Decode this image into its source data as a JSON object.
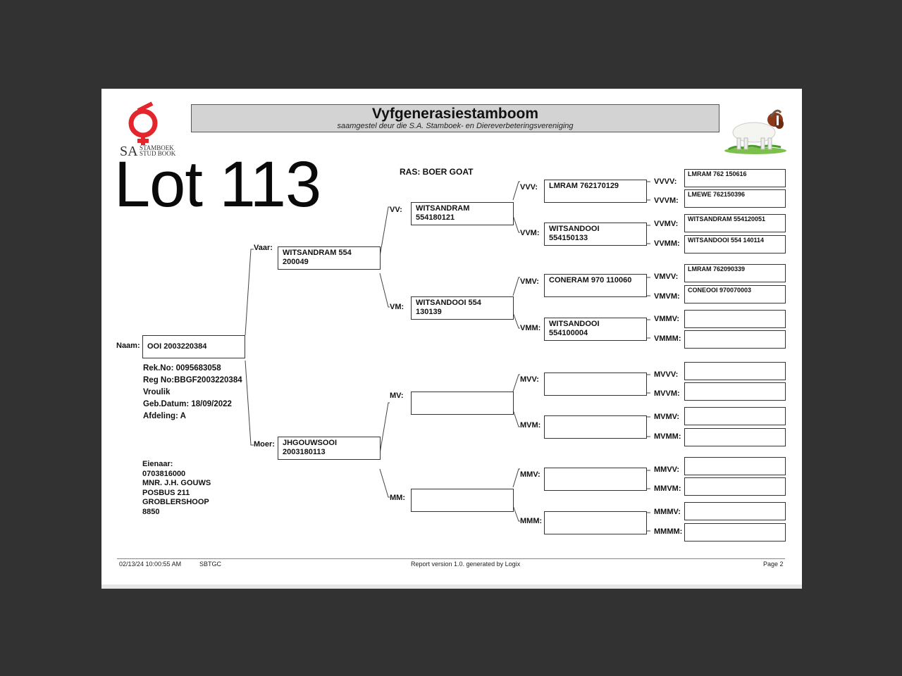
{
  "header": {
    "logo_sa": "SA",
    "logo_line1": "STAMBOEK",
    "logo_line2": "STUD BOOK",
    "title": "Vyfgenerasiestamboom",
    "subtitle": "saamgestel deur die S.A. Stamboek- en Diereverbeteringsvereniging"
  },
  "lot": "Lot 113",
  "breed": "RAS: BOER GOAT",
  "animal": {
    "name_label": "Naam:",
    "name": "OOI 2003220384",
    "rek_no": "Rek.No: 0095683058",
    "reg_no": "Reg No:BBGF2003220384",
    "sex": "Vroulik",
    "birth_date": "Geb.Datum: 18/09/2022",
    "division": "Afdeling: A"
  },
  "owner": {
    "label": "Eienaar:",
    "phone": "0703816000",
    "name": "MNR. J.H. GOUWS",
    "address1": "POSBUS 211",
    "address2": "GROBLERSHOOP",
    "postcode": "8850"
  },
  "gen1": {
    "sire": {
      "label": "Vaar:",
      "line1": "WITSANDRAM 554",
      "line2": "200049"
    },
    "dam": {
      "label": "Moer:",
      "line1": "JHGOUWSOOI",
      "line2": "2003180113"
    }
  },
  "gen2": {
    "vv": {
      "label": "VV:",
      "line1": "WITSANDRAM",
      "line2": "554180121"
    },
    "vm": {
      "label": "VM:",
      "line1": "WITSANDOOI 554",
      "line2": "130139"
    },
    "mv": {
      "label": "MV:"
    },
    "mm": {
      "label": "MM:"
    }
  },
  "gen3": {
    "vvv": {
      "label": "VVV:",
      "line1": "LMRAM 762170129"
    },
    "vvm": {
      "label": "VVM:",
      "line1": "WITSANDOOI",
      "line2": "554150133"
    },
    "vmv": {
      "label": "VMV:",
      "line1": "CONERAM 970 110060"
    },
    "vmm": {
      "label": "VMM:",
      "line1": "WITSANDOOI",
      "line2": "554100004"
    },
    "mvv": {
      "label": "MVV:"
    },
    "mvm": {
      "label": "MVM:"
    },
    "mmv": {
      "label": "MMV:"
    },
    "mmm": {
      "label": "MMM:"
    }
  },
  "gen4": [
    {
      "label": "VVVV:",
      "value": "LMRAM 762 150616"
    },
    {
      "label": "VVVM:",
      "value": "LMEWE 762150396"
    },
    {
      "label": "VVMV:",
      "value": "WITSANDRAM 554120051"
    },
    {
      "label": "VVMM:",
      "value": "WITSANDOOI 554 140114"
    },
    {
      "label": "VMVV:",
      "value": "LMRAM 762090339"
    },
    {
      "label": "VMVM:",
      "value": "CONEOOI 970070003"
    },
    {
      "label": "VMMV:",
      "value": ""
    },
    {
      "label": "VMMM:",
      "value": ""
    },
    {
      "label": "MVVV:",
      "value": ""
    },
    {
      "label": "MVVM:",
      "value": ""
    },
    {
      "label": "MVMV:",
      "value": ""
    },
    {
      "label": "MVMM:",
      "value": ""
    },
    {
      "label": "MMVV:",
      "value": ""
    },
    {
      "label": "MMVM:",
      "value": ""
    },
    {
      "label": "MMMV:",
      "value": ""
    },
    {
      "label": "MMMM:",
      "value": ""
    }
  ],
  "footer": {
    "timestamp": "02/13/24 10:00:55 AM",
    "code": "SBTGC",
    "report_version": "Report version 1.0. generated by Logix",
    "page": "Page 2"
  }
}
